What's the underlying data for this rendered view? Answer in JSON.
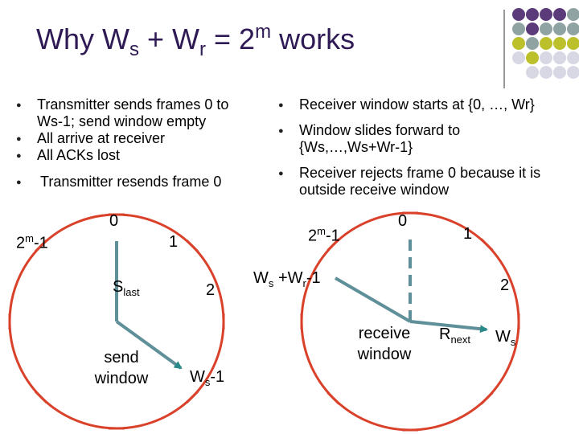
{
  "title": {
    "prefix": "Why W",
    "sub1": "s",
    "mid": " + W",
    "sub2": "r",
    "eq": " = 2",
    "sup": "m",
    "suffix": " works"
  },
  "left_bullets": [
    "Transmitter sends frames 0 to Ws-1; send window empty",
    "All arrive at receiver",
    "All ACKs lost",
    "Transmitter resends frame 0"
  ],
  "right_bullets": [
    "Receiver window starts at {0, …, Wr}",
    "Window slides forward to {Ws,…,Ws+Wr-1}",
    "Receiver rejects frame 0 because it is outside receive window"
  ],
  "left_diagram": {
    "label_0": "0",
    "label_1": "1",
    "label_2": "2",
    "label_2m1_base": "2",
    "label_2m1_sup": "m",
    "label_2m1_tail": "-1",
    "slast_main": "S",
    "slast_sub": "last",
    "send_window_line1": "send",
    "send_window_line2": "window",
    "ws1_main": "W",
    "ws1_sub": "s",
    "ws1_tail": "-1"
  },
  "right_diagram": {
    "label_0": "0",
    "label_1": "1",
    "label_2": "2",
    "label_2m1_base": "2",
    "label_2m1_sup": "m",
    "label_2m1_tail": "-1",
    "wswr_a": "W",
    "wswr_b": "s",
    "wswr_c": " +W",
    "wswr_d": "r",
    "wswr_e": "-1",
    "receive_line1": "receive",
    "receive_line2": "window",
    "rnext_main": "R",
    "rnext_sub": "next",
    "ws_main": "W",
    "ws_sub": "s"
  },
  "colors": {
    "title": "#2e1a55",
    "circle": "#d9412a",
    "pointer": "#5f8f98",
    "arrowhead": "#2a8a8a",
    "dot_purple": "#5b3b7a",
    "dot_gray": "#8fa3a3",
    "dot_olive": "#bcc02a",
    "dot_light": "#d8d8e4"
  }
}
